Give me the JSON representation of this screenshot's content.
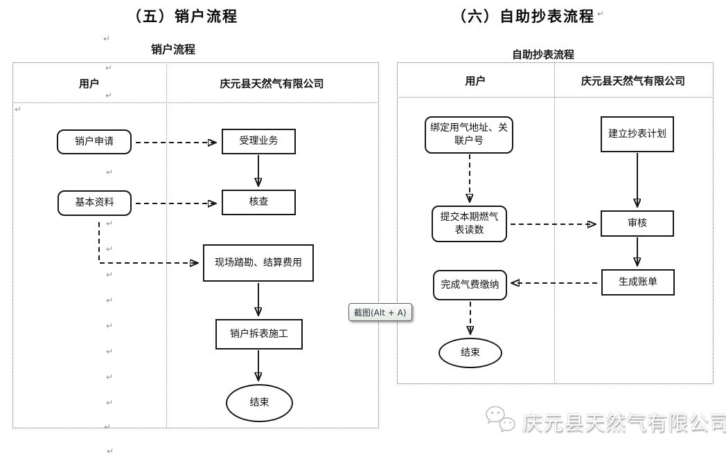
{
  "left_section": {
    "heading": "（五）销户流程",
    "chart_title": "销户流程",
    "lanes": {
      "user": "用户",
      "company": "庆元县天然气有限公司"
    },
    "nodes": {
      "apply": "销户申请",
      "accept": "受理业务",
      "basic_info": "基本资料",
      "verify": "核查",
      "survey": "现场踏勘、结算费用",
      "demolish": "销户拆表施工",
      "end": "结束"
    },
    "edges": [
      {
        "from": "apply",
        "to": "accept",
        "style": "dashed"
      },
      {
        "from": "accept",
        "to": "verify",
        "style": "solid"
      },
      {
        "from": "basic_info",
        "to": "verify",
        "style": "dashed"
      },
      {
        "from": "basic_info",
        "to": "survey",
        "style": "dashed"
      },
      {
        "from": "verify",
        "to": "survey",
        "style": "solid"
      },
      {
        "from": "survey",
        "to": "demolish",
        "style": "solid"
      },
      {
        "from": "demolish",
        "to": "end",
        "style": "solid"
      }
    ]
  },
  "right_section": {
    "heading": "（六）自助抄表流程",
    "chart_title": "自助抄表流程",
    "lanes": {
      "user": "用户",
      "company": "庆元县天然气有限公司"
    },
    "nodes": {
      "bind": "绑定用气地址、关联户号",
      "plan": "建立抄表计划",
      "submit": "提交本期燃气表读数",
      "review": "审核",
      "pay": "完成气费缴纳",
      "bill": "生成账单",
      "end": "结束"
    },
    "edges": [
      {
        "from": "bind",
        "to": "submit",
        "style": "dashed"
      },
      {
        "from": "plan",
        "to": "review",
        "style": "solid"
      },
      {
        "from": "submit",
        "to": "review",
        "style": "dashed"
      },
      {
        "from": "review",
        "to": "bill",
        "style": "solid"
      },
      {
        "from": "bill",
        "to": "pay",
        "style": "dashed"
      },
      {
        "from": "pay",
        "to": "end",
        "style": "dashed"
      }
    ]
  },
  "tooltip": {
    "label": "截图(Alt + A)"
  },
  "watermark": {
    "company": "庆元县天然气有限公司",
    "icon": "wechat-logo-icon"
  },
  "glyphs": {
    "return_mark": "↵"
  }
}
